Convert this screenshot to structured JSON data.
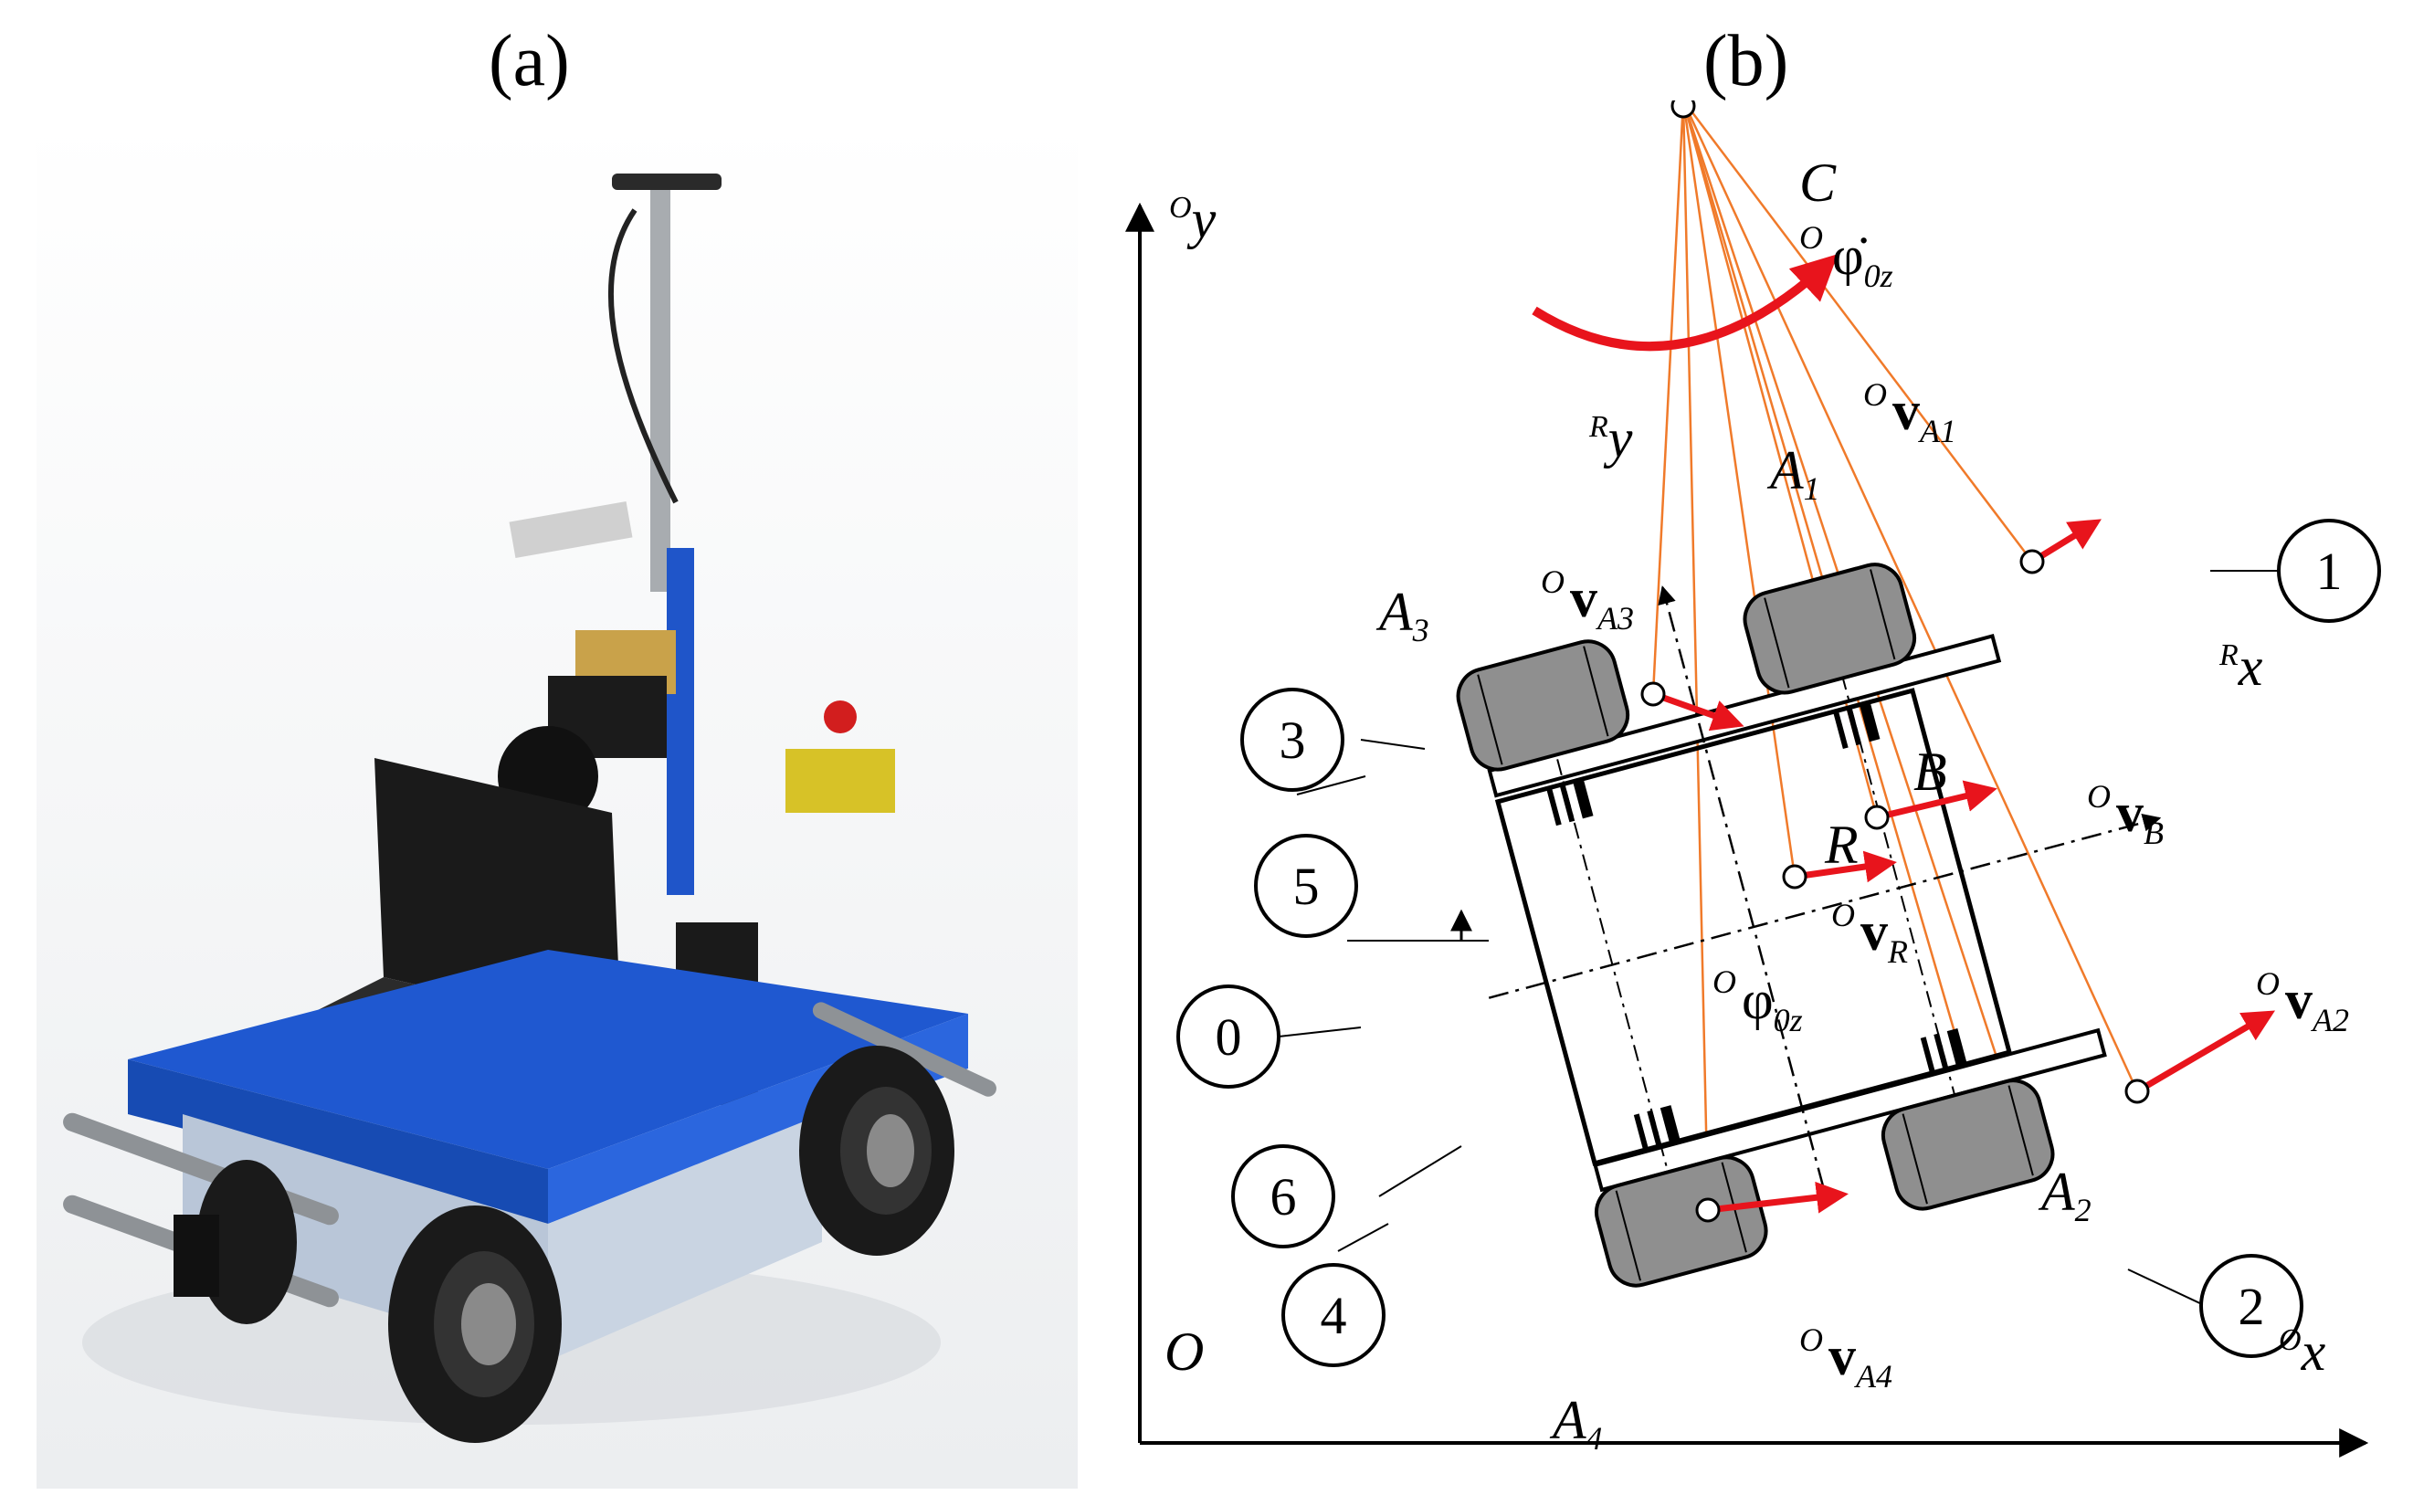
{
  "panels": {
    "a": {
      "label": "(a)"
    },
    "b": {
      "label": "(b)"
    }
  },
  "diagram": {
    "frame": {
      "origin": "O",
      "x_sup": "O",
      "x_main": "x",
      "y_sup": "O",
      "y_main": "y"
    },
    "robot_frame": {
      "x_sup": "R",
      "x_main": "x",
      "y_sup": "R",
      "y_main": "y"
    },
    "points": {
      "C": "C",
      "R": "R",
      "B": "B",
      "A": "A",
      "sub1": "1",
      "sub2": "2",
      "sub3": "3",
      "sub4": "4"
    },
    "angular_velocity": {
      "sup": "O",
      "main": "φ̇",
      "sub": "0z"
    },
    "angle": {
      "sup": "O",
      "main": "φ",
      "sub": "0z"
    },
    "velocities": {
      "sup": "O",
      "main": "v",
      "A1": "A1",
      "A2": "A2",
      "A3": "A3",
      "A4": "A4",
      "B": "B",
      "R": "R"
    },
    "callouts": [
      "0",
      "1",
      "2",
      "3",
      "4",
      "5",
      "6"
    ],
    "colors": {
      "velocity": "#e8141c",
      "rays": "#f07a2a",
      "wheel": "#8f8f8f",
      "frame": "#000000"
    }
  }
}
